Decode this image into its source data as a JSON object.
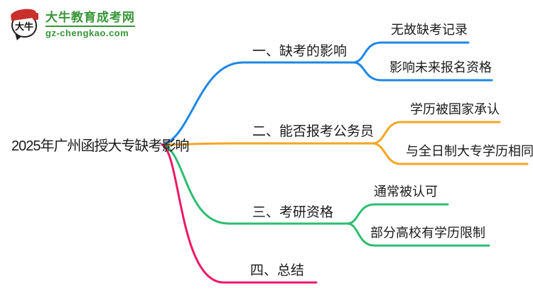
{
  "site": {
    "logo_title": "大牛教育成考网",
    "logo_domain": "gz-chengkao.com",
    "logo_icon_text": "大牛",
    "brand_green": "#379637",
    "brand_red": "#C9302C"
  },
  "mindmap": {
    "root": {
      "label": "2025年广州函授大专缺考影响"
    },
    "branches": [
      {
        "label": "一、缺考的影响",
        "color": "#1E87E5",
        "children": [
          {
            "label": "无故缺考记录"
          },
          {
            "label": "影响未来报名资格"
          }
        ]
      },
      {
        "label": "二、能否报考公务员",
        "color": "#F5A623",
        "children": [
          {
            "label": "学历被国家承认"
          },
          {
            "label": "与全日制大专学历相同"
          }
        ]
      },
      {
        "label": "三、考研资格",
        "color": "#2EBD70",
        "children": [
          {
            "label": "通常被认可"
          },
          {
            "label": "部分高校有学历限制"
          }
        ]
      },
      {
        "label": "四、总结",
        "color": "#EE1769",
        "children": []
      }
    ]
  }
}
